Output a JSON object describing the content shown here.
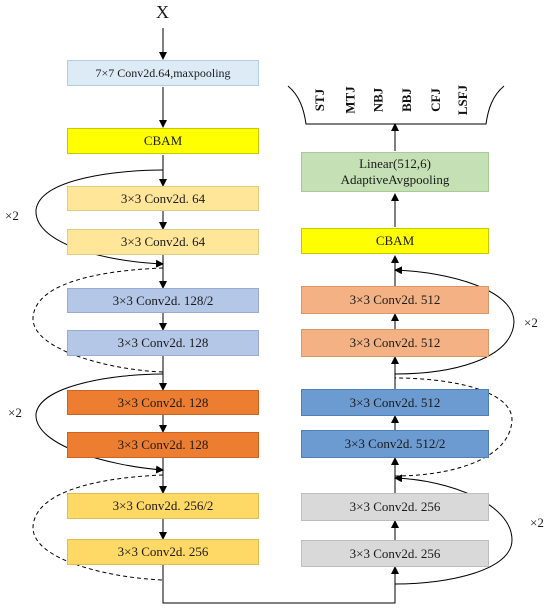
{
  "input_label": "X",
  "left_column": {
    "stem": "7×7 Conv2d.64,maxpooling",
    "cbam": "CBAM",
    "stage1": [
      "3×3 Conv2d.  64",
      "3×3 Conv2d.  64"
    ],
    "stage2": [
      "3×3 Conv2d.  128/2",
      "3×3 Conv2d.  128"
    ],
    "stage3": [
      "3×3 Conv2d.  128",
      "3×3 Conv2d.  128"
    ],
    "stage4": [
      "3×3 Conv2d.  256/2",
      "3×3 Conv2d.  256"
    ]
  },
  "right_column": {
    "stage1": [
      "3×3 Conv2d.  256",
      "3×3 Conv2d.  256"
    ],
    "stage2": [
      "3×3 Conv2d.  512/2",
      "3×3 Conv2d.  512"
    ],
    "stage3": [
      "3×3 Conv2d.  512",
      "3×3 Conv2d.  512"
    ],
    "cbam": "CBAM",
    "head": "Linear(512,6)\nAdaptiveAvgpooling"
  },
  "repeat_labels": {
    "left_top": "×2",
    "left_mid": "×2",
    "right_top": "×2",
    "right_bottom": "×2"
  },
  "classes": [
    "STJ",
    "MTJ",
    "NBJ",
    "BBJ",
    "CFJ",
    "LSFJ"
  ],
  "colors": {
    "stem": "#ddebf7",
    "cbam": "#ffff00",
    "head": "#c5e0b4",
    "conv64": "#ffe699",
    "conv128_down": "#b4c7e7",
    "conv128": "#ed7d31",
    "conv256_down": "#ffd966",
    "conv512": "#f4b183",
    "conv512_down": "#6c9bd2",
    "conv256": "#d9d9d9"
  }
}
